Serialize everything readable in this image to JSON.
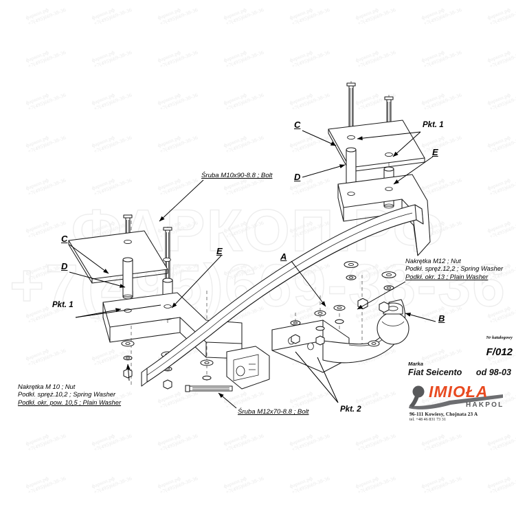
{
  "document": {
    "type": "towbar-installation-exploded-diagram",
    "background_color": "#ffffff",
    "line_color": "#1a1a1a"
  },
  "watermark": {
    "small_line1": "фаркоп.рф",
    "small_line2": "+7(495)669-38-36",
    "big_line1": "ФАРКОП.РФ",
    "big_line2": "+7(495)669-38-36",
    "color": "#ececec"
  },
  "part_labels": {
    "a": "A",
    "b": "B",
    "c_left": "C",
    "c_right": "C",
    "d_left": "D",
    "d_right": "D",
    "e_left": "E",
    "e_right": "E",
    "pkt1_left": "Pkt. 1",
    "pkt1_right": "Pkt. 1",
    "pkt2": "Pkt. 2"
  },
  "bolt_callouts": {
    "upper": "Śruba M10x90-8.8 ;  Bolt",
    "lower": "Śruba M12x70-8.8 ;  Bolt"
  },
  "hardware_notes": {
    "left": {
      "line1": "Nakrętka  M 10 ; Nut",
      "line2": "Podkł. spręż.10,2 ; Spring Washer",
      "line3": "Podkł. okr. pow. 10,5 ; Plain Washer"
    },
    "right": {
      "line1": "Nakrętka  M12 ; Nut",
      "line2": "Podkł. spręż.12,2 ; Spring Washer",
      "line3": "Podkł. okr. 13 ; Plain Washer"
    }
  },
  "title_block": {
    "catalog_label": "Nr katalogowy",
    "catalog_number": "F/012",
    "brand_label": "Marka",
    "vehicle": "Fiat Seicento",
    "years": "od  98-03",
    "company_name": "IMIOŁA",
    "company_sub": "HAKPOL",
    "address": "96-111 Kowiesy, Chojnata 23 A",
    "phone": "tel. +48 46 831 73 31",
    "logo_color": "#e8491f",
    "logo_sub_color": "#58595b"
  }
}
